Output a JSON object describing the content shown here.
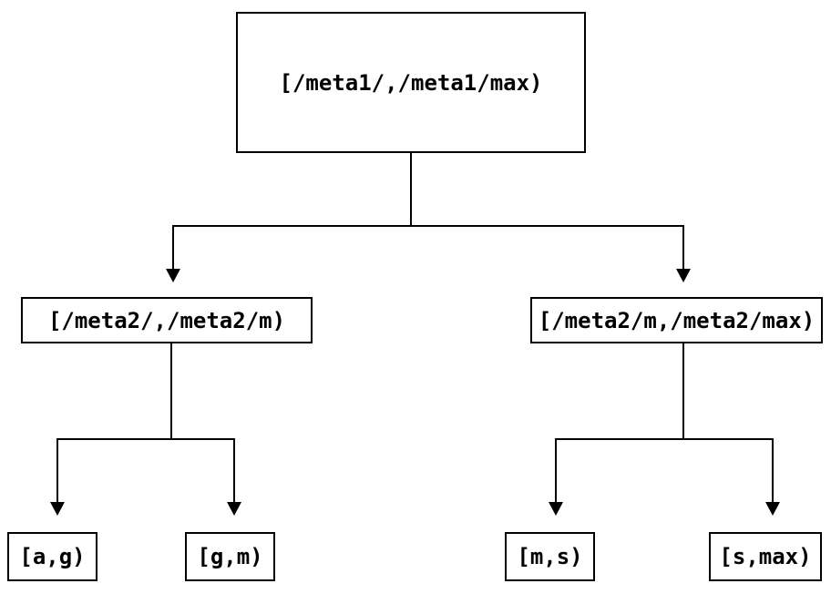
{
  "diagram": {
    "type": "tree",
    "description": "Key-range partition tree",
    "background_color": "#ffffff",
    "line_color": "#000000",
    "box_border_color": "#000000",
    "text_color": "#000000",
    "nodes": {
      "root": {
        "label": "[/meta1/,/meta1/max)",
        "children": [
          "meta2_low",
          "meta2_high"
        ]
      },
      "meta2_low": {
        "label": "[/meta2/,/meta2/m)",
        "children": [
          "range_ag",
          "range_gm"
        ]
      },
      "meta2_high": {
        "label": "[/meta2/m,/meta2/max)",
        "children": [
          "range_ms",
          "range_smax"
        ]
      },
      "range_ag": {
        "label": "[a,g)"
      },
      "range_gm": {
        "label": "[g,m)"
      },
      "range_ms": {
        "label": "[m,s)"
      },
      "range_smax": {
        "label": "[s,max)"
      }
    }
  }
}
